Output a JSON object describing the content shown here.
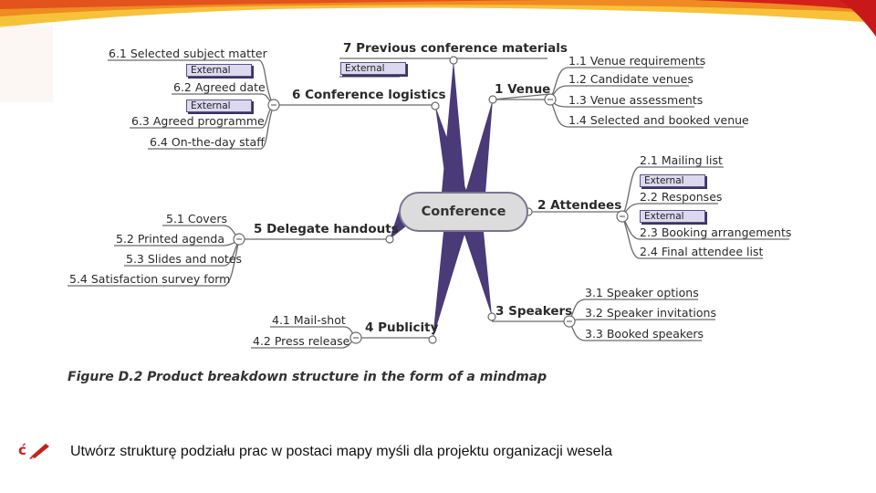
{
  "central": "Conference",
  "branches": {
    "b7": {
      "label": "7 Previous conference materials",
      "tag": "External"
    },
    "b1": {
      "label": "1 Venue",
      "items": [
        "1.1 Venue requirements",
        "1.2 Candidate venues",
        "1.3 Venue assessments",
        "1.4 Selected and booked venue"
      ]
    },
    "b6": {
      "label": "6 Conference logistics",
      "items": [
        "6.1 Selected subject matter",
        "6.2 Agreed date",
        "6.3 Agreed programme",
        "6.4 On-the-day staff"
      ],
      "tags": [
        "External",
        "External"
      ]
    },
    "b2": {
      "label": "2 Attendees",
      "items": [
        "2.1 Mailing list",
        "2.2 Responses",
        "2.3 Booking arrangements",
        "2.4 Final attendee list"
      ],
      "tags": [
        "External",
        "External"
      ]
    },
    "b5": {
      "label": "5 Delegate handouts",
      "items": [
        "5.1 Covers",
        "5.2 Printed agenda",
        "5.3 Slides and notes",
        "5.4 Satisfaction survey form"
      ]
    },
    "b3": {
      "label": "3 Speakers",
      "items": [
        "3.1 Speaker options",
        "3.2 Speaker invitations",
        "3.3 Booked speakers"
      ]
    },
    "b4": {
      "label": "4 Publicity",
      "items": [
        "4.1 Mail-shot",
        "4.2 Press release"
      ]
    }
  },
  "caption": "Figure D.2  Product breakdown structure in the form of a mindmap",
  "task": "Utwórz strukturę podziału prac w postaci mapy myśli dla projektu organizacji wesela",
  "colors": {
    "accent_orange": "#e8641c",
    "accent_yellow": "#f7c23a",
    "accent_red": "#d4201a",
    "spoke": "#4a3a78",
    "line": "#6a6a6a",
    "bullet": "#c8201c"
  }
}
